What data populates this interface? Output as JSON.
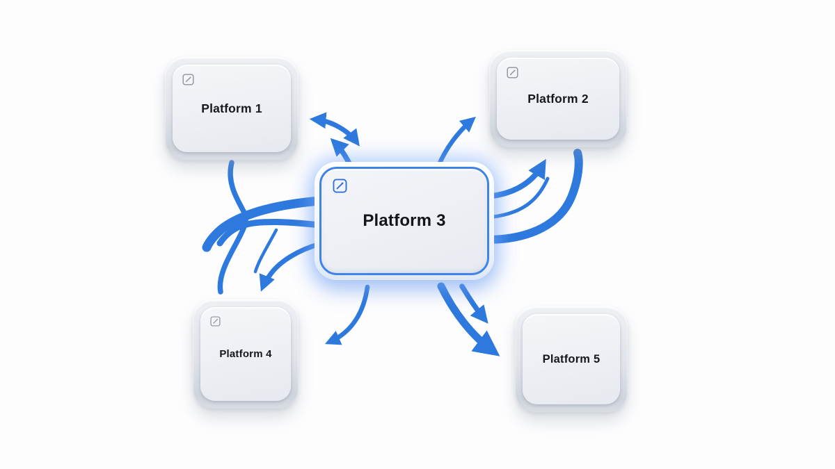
{
  "scene": {
    "background_color": "#fdfdfe",
    "arrow_color": "#2e79dd",
    "highlight_border_color": "#3f83e6",
    "nodes": [
      {
        "id": "platform-1",
        "label": "Platform 1",
        "icon": "external-link-icon",
        "highlighted": false
      },
      {
        "id": "platform-2",
        "label": "Platform 2",
        "icon": "external-link-icon",
        "highlighted": false
      },
      {
        "id": "platform-3",
        "label": "Platform 3",
        "icon": "external-link-icon",
        "highlighted": true
      },
      {
        "id": "platform-4",
        "label": "Platform 4",
        "icon": "external-link-icon",
        "highlighted": false
      },
      {
        "id": "platform-5",
        "label": "Platform 5",
        "icon": null,
        "highlighted": false
      }
    ],
    "connections": [
      {
        "from": "platform-3",
        "to": "platform-1",
        "style": "bidirectional",
        "arrow_count": 2
      },
      {
        "from": "platform-3",
        "to": "platform-2",
        "style": "outgoing",
        "arrow_count": 4
      },
      {
        "from": "platform-3",
        "to": "platform-4",
        "style": "outgoing",
        "arrow_count": 6
      },
      {
        "from": "platform-3",
        "to": "platform-5",
        "style": "outgoing",
        "arrow_count": 2
      }
    ]
  }
}
